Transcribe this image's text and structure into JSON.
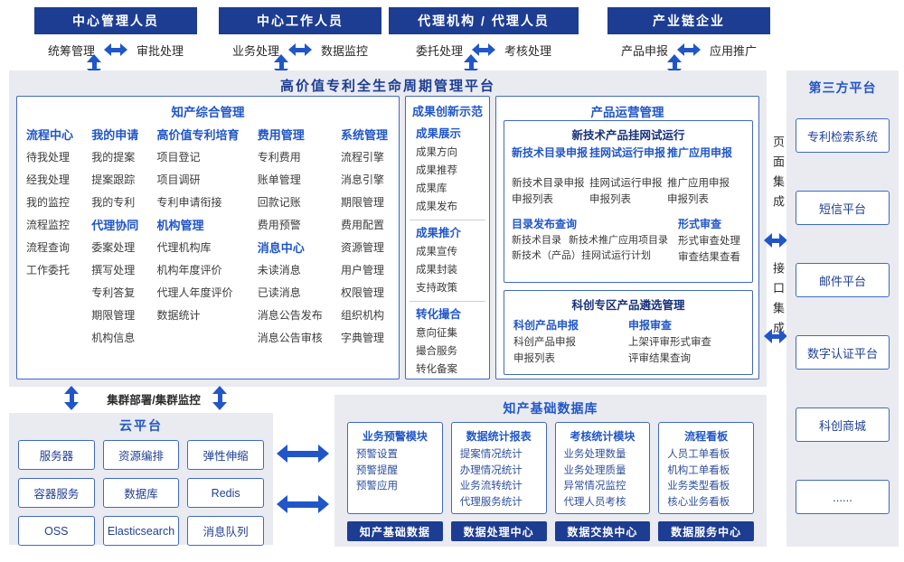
{
  "colors": {
    "band_bg": "#1d3d92",
    "accent_blue": "#2156c8",
    "panel_bg": "#e9ebf1",
    "box_border": "#4169c1",
    "navy_text": "#1e3f94"
  },
  "top_bands": [
    {
      "title": "中心管理人员",
      "left": "统筹管理",
      "right": "审批处理"
    },
    {
      "title": "中心工作人员",
      "left": "业务处理",
      "right": "数据监控"
    },
    {
      "title": "代理机构 / 代理人员",
      "left": "委托处理",
      "right": "考核处理"
    },
    {
      "title": "产业链企业",
      "left": "产品申报",
      "right": "应用推广"
    }
  ],
  "platform": {
    "title": "高价值专利全生命周期管理平台",
    "ip": {
      "title": "知产综合管理",
      "cols": [
        {
          "g": [
            {
              "h": "流程中心",
              "items": [
                "待我处理",
                "经我处理",
                "我的监控",
                "流程监控",
                "流程查询",
                "工作委托"
              ]
            }
          ]
        },
        {
          "g": [
            {
              "h": "我的申请",
              "items": [
                "我的提案",
                "提案跟踪",
                "我的专利"
              ]
            },
            {
              "h": "代理协同",
              "items": [
                "委案处理",
                "撰写处理",
                "专利答复",
                "期限管理",
                "机构信息"
              ]
            }
          ]
        },
        {
          "g": [
            {
              "h": "高价值专利培育",
              "items": [
                "项目登记",
                "项目调研",
                "专利申请衔接"
              ]
            },
            {
              "h": "机构管理",
              "items": [
                "代理机构库",
                "机构年度评价",
                "代理人年度评价",
                "数据统计"
              ]
            }
          ]
        },
        {
          "g": [
            {
              "h": "费用管理",
              "items": [
                "专利费用",
                "账单管理",
                "回款记账",
                "费用预警"
              ]
            },
            {
              "h": "消息中心",
              "items": [
                "未读消息",
                "已读消息",
                "消息公告发布",
                "消息公告审核"
              ]
            }
          ]
        },
        {
          "g": [
            {
              "h": "系统管理",
              "items": [
                "流程引擎",
                "消息引擎",
                "期限管理",
                "费用配置",
                "资源管理",
                "用户管理",
                "权限管理",
                "组织机构",
                "字典管理"
              ]
            }
          ]
        }
      ]
    },
    "achv": {
      "title": "成果创新示范",
      "groups": [
        {
          "h": "成果展示",
          "items": [
            "成果方向",
            "成果推荐",
            "成果库",
            "成果发布"
          ]
        },
        {
          "h": "成果推介",
          "items": [
            "成果宣传",
            "成果封装",
            "支持政策"
          ]
        },
        {
          "h": "转化撮合",
          "items": [
            "意向征集",
            "撮合服务",
            "转化备案"
          ]
        }
      ]
    },
    "ops": {
      "title": "产品运营管理",
      "trial": {
        "title": "新技术产品挂网试运行",
        "cols": [
          {
            "h": "新技术目录申报",
            "items": [
              "新技术目录申报",
              "申报列表"
            ]
          },
          {
            "h": "挂网试运行申报",
            "items": [
              "挂网试运行申报",
              "申报列表"
            ]
          },
          {
            "h": "推广应用申报",
            "items": [
              "推广应用申报",
              "申报列表"
            ]
          }
        ],
        "catalog": {
          "h": "目录发布查询",
          "row": [
            "新技术目录",
            "新技术推广应用项目录"
          ],
          "line": "新技术（产品）挂网试运行计划"
        },
        "review": {
          "h": "形式审查",
          "items": [
            "形式审查处理",
            "审查结果查看"
          ]
        }
      },
      "selection": {
        "title": "科创专区产品遴选管理",
        "cols": [
          {
            "h": "科创产品申报",
            "items": [
              "科创产品申报",
              "申报列表"
            ]
          },
          {
            "h": "申报审查",
            "items": [
              "上架评审形式审查",
              "评审结果查询"
            ]
          }
        ]
      }
    }
  },
  "cluster_label": "集群部署/集群监控",
  "cloud": {
    "title": "云平台",
    "cells": [
      "服务器",
      "资源编排",
      "弹性伸缩",
      "容器服务",
      "数据库",
      "Redis",
      "OSS",
      "Elasticsearch",
      "消息队列"
    ]
  },
  "db": {
    "title": "知产基础数据库",
    "cols": [
      {
        "h": "业务预警模块",
        "items": [
          "预警设置",
          "预警提醒",
          "预警应用"
        ],
        "bar": "知产基础数据"
      },
      {
        "h": "数据统计报表",
        "items": [
          "提案情况统计",
          "办理情况统计",
          "业务流转统计",
          "代理服务统计"
        ],
        "bar": "数据处理中心"
      },
      {
        "h": "考核统计模块",
        "items": [
          "业务处理数量",
          "业务处理质量",
          "异常情况监控",
          "代理人员考核"
        ],
        "bar": "数据交换中心"
      },
      {
        "h": "流程看板",
        "items": [
          "人员工单看板",
          "机构工单看板",
          "业务类型看板",
          "核心业务看板"
        ],
        "bar": "数据服务中心"
      }
    ]
  },
  "third_party": {
    "title": "第三方平台",
    "items": [
      "专利检索系统",
      "短信平台",
      "邮件平台",
      "数字认证平台",
      "科创商城",
      "......"
    ]
  },
  "integration": {
    "page": "页面集成",
    "api": "接口集成"
  }
}
